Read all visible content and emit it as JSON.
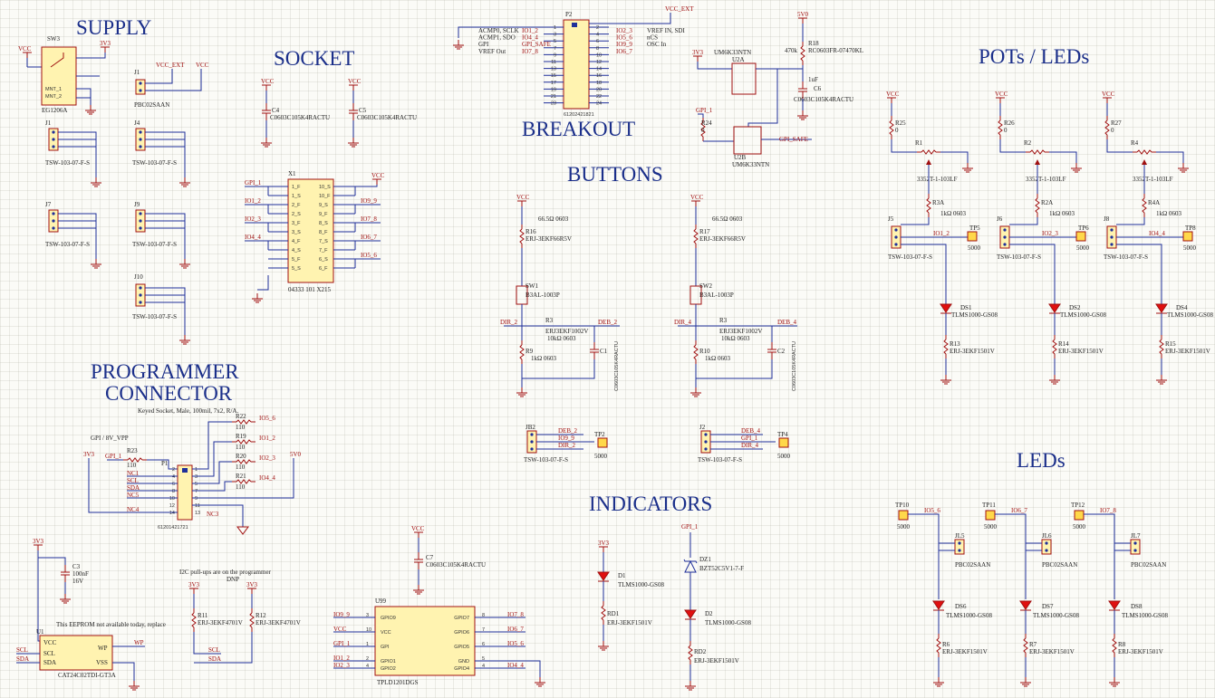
{
  "sections": {
    "supply": "SUPPLY",
    "socket": "SOCKET",
    "breakout": "BREAKOUT",
    "buttons": "BUTTONS",
    "pots_leds": "POTs / LEDs",
    "programmer_1": "PROGRAMMER",
    "programmer_2": "CONNECTOR",
    "indicators": "INDICATORS",
    "leds": "LEDs"
  },
  "supply": {
    "sw3": "SW3",
    "sw3_part": "EG1206A",
    "mnt1": "MNT_1",
    "mnt2": "MNT_2",
    "vcc": "VCC",
    "v3v3": "3V3",
    "vcc_ext": "VCC_EXT",
    "j1": "J1",
    "j1_part": "PBC02SAAN",
    "j1b": "J1",
    "j4": "J4",
    "j7": "J7",
    "j9": "J9",
    "j10": "J10",
    "tsw": "TSW-103-07-F-S"
  },
  "socket": {
    "c4": "C4",
    "c4_part": "C0603C105K4RACTU",
    "c5": "C5",
    "c5_part": "C0603C105K4RACTU",
    "x1": "X1",
    "x1_part": "04333 101 X215",
    "left_nets": [
      "GPI_1",
      "IO1_2",
      "IO2_3",
      "IO4_4"
    ],
    "right_nets": [
      "VCC",
      "IO9_9",
      "IO7_8",
      "IO6_7",
      "IO5_6"
    ],
    "left_pins": [
      "1_F",
      "1_S",
      "2_F",
      "2_S",
      "3_F",
      "3_S",
      "4_F",
      "4_S",
      "5_F",
      "5_S"
    ],
    "right_pins": [
      "10_S",
      "10_F",
      "9_S",
      "9_F",
      "8_S",
      "8_F",
      "7_S",
      "7_F",
      "6_S",
      "6_F"
    ]
  },
  "breakout": {
    "p2": "P2",
    "vcc_ext": "VCC_EXT",
    "left_labels": [
      "ACMP0, SCLK",
      "ACMP1, SDO",
      "GPI",
      "VREF Out"
    ],
    "left_nets": [
      "IO1_2",
      "IO4_4",
      "GPI_SAFE",
      "IO7_8"
    ],
    "right_nets": [
      "IO2_3",
      "IO5_6",
      "IO9_9",
      "IO6_7"
    ],
    "right_labels": [
      "VREF IN, SDI",
      "nCS",
      "OSC In"
    ],
    "left_pins": [
      "1",
      "3",
      "5",
      "7",
      "9",
      "11",
      "13",
      "15",
      "17",
      "19",
      "21",
      "23"
    ],
    "right_pins": [
      "2",
      "4",
      "6",
      "8",
      "10",
      "12",
      "14",
      "16",
      "18",
      "20",
      "22",
      "24"
    ],
    "p2_part": "61202421821",
    "v5": "5V0",
    "r18": "R18",
    "r18_val": "470k",
    "r18_part": "RC0603FR-07470KL",
    "v3v3": "3V3",
    "u2": "UM6K33NTN",
    "u2a": "U2A",
    "u2b": "U2B",
    "u2b_part": "UM6K33NTN",
    "c6": "C6",
    "c6_val": "1uF",
    "c6_part": "C0603C105K4RACTU",
    "gpi1": "GPI_1",
    "r24": "R24",
    "r24_val": "0",
    "gpi_safe": "GPI_SAFE"
  },
  "buttons": {
    "vcc": "VCC",
    "res_val": "66.5Ω 0603",
    "r16": "R16",
    "r16_part": "ERJ-3EKF66R5V",
    "r17": "R17",
    "r17_part": "ERJ-3EKF66R5V",
    "sw1": "SW1",
    "sw2": "SW2",
    "sw_part": "B3AL-1003P",
    "dir2": "DIR_2",
    "deb2": "DEB_2",
    "dir4": "DIR_4",
    "deb4": "DEB_4",
    "r3": "R3",
    "r3_part": "ERJ3EKF1002V",
    "r3_val": "10kΩ 0603",
    "r9": "R9",
    "r10": "R10",
    "r_1k": "1kΩ 0603",
    "c1": "C1",
    "c2": "C2",
    "c_part": "C0603C105K4RACTU",
    "jb2": "JB2",
    "j2": "J2",
    "tp2": "TP2",
    "tp4": "TP4",
    "tp_val": "5000",
    "io9": "IO9_9",
    "gpi1": "GPI_1",
    "tsw": "TSW-103-07-F-S"
  },
  "pots": {
    "vcc": "VCC",
    "r25": "R25",
    "r26": "R26",
    "r27": "R27",
    "zero": "0",
    "r1": "R1",
    "r2": "R2",
    "r4": "R4",
    "pot_part": "3352T-1-103LF",
    "r3a": "R3A",
    "r2a": "R2A",
    "r4a": "R4A",
    "r_1k": "1kΩ 0603",
    "j5": "J5",
    "j6": "J6",
    "j8": "J8",
    "tp5": "TP5",
    "tp6": "TP6",
    "tp8": "TP8",
    "tp_val": "5000",
    "io1": "IO1_2",
    "io2": "IO2_3",
    "io4": "IO4_4",
    "ds1": "DS1",
    "ds2": "DS2",
    "ds4": "DS4",
    "led_part": "TLMS1000-GS08",
    "r13": "R13",
    "r14": "R14",
    "r15": "R15",
    "r_part": "ERJ-3EKF1501V",
    "tsw": "TSW-103-07-F-S"
  },
  "programmer": {
    "desc": "Keyed Socket, Male, 100mil, 7x2, R/A.",
    "gpi_note": "GPI / 8V_VPP",
    "v3v3": "3V3",
    "v5": "5V0",
    "gpi1": "GPI_1",
    "r23": "R23",
    "r22": "R22",
    "r19": "R19",
    "r20": "R20",
    "r21": "R21",
    "r_val": "110",
    "io5": "IO5_6",
    "io1": "IO1_2",
    "io2": "IO2_3",
    "io4": "IO4_4",
    "p1": "P1",
    "p1_part": "61201421721",
    "nets": [
      "NC1",
      "SCL",
      "SDA",
      "NC5",
      "NC4"
    ],
    "nc3": "NC3",
    "left_pins": [
      "2",
      "4",
      "6",
      "8",
      "10",
      "12",
      "14"
    ],
    "right_pins": [
      "1",
      "3",
      "5",
      "7",
      "9",
      "11",
      "13"
    ]
  },
  "eeprom": {
    "v3v3": "3V3",
    "c3": "C3",
    "c3_val": "100nF",
    "c3_volt": "16V",
    "note": "This EEPROM not available today, replace",
    "u1": "U1",
    "part": "CAT24C02TDI-GT3A",
    "vcc": "VCC",
    "scl": "SCL",
    "sda": "SDA",
    "vss": "VSS",
    "wp": "WP",
    "pullup_note": "I2C pull-ups are on the programmer",
    "dnp": "DNP",
    "r11": "R11",
    "r12": "R12",
    "r_part": "ERJ-3EKF4701V"
  },
  "u99": {
    "vcc": "VCC",
    "c7": "C7",
    "c7_part": "C0603C105K4RACTU",
    "name": "U99",
    "part": "TPLD1201DGS",
    "left_pins": [
      "GPIO9",
      "VCC",
      "GPI",
      "GPIO1",
      "GPIO2"
    ],
    "left_nums": [
      "3",
      "10",
      "1",
      "2",
      "4"
    ],
    "right_pins": [
      "GPIO7",
      "GPIO6",
      "GPIO5",
      "GND",
      "GPIO4"
    ],
    "right_nums": [
      "8",
      "7",
      "6",
      "5",
      "4"
    ],
    "left_nets": [
      "IO9_9",
      "VCC",
      "GPI_1",
      "IO1_2",
      "IO2_3"
    ],
    "right_nets": [
      "IO7_8",
      "IO6_7",
      "IO5_6",
      "",
      "IO4_4"
    ]
  },
  "indicators": {
    "v3v3": "3V3",
    "d1": "D1",
    "d1_part": "TLMS1000-GS08",
    "rd1": "RD1",
    "r_part": "ERJ-3EKF1501V",
    "gpi1": "GPI_1",
    "dz1": "DZ1",
    "dz1_part": "BZT52C5V1-7-F",
    "d2": "D2",
    "d2_part": "TLMS1000-GS08",
    "rd2": "RD2"
  },
  "leds": {
    "tp10": "TP10",
    "tp11": "TP11",
    "tp12": "TP12",
    "tp_val": "5000",
    "io5": "IO5_6",
    "io6": "IO6_7",
    "io7": "IO7_8",
    "jl5": "JL5",
    "jl6": "JL6",
    "jl7": "JL7",
    "jl_part": "PBC02SAAN",
    "ds6": "DS6",
    "ds7": "DS7",
    "ds8": "DS8",
    "led_part": "TLMS1000-GS08",
    "r6": "R6",
    "r7": "R7",
    "r8": "R8",
    "r_part": "ERJ-3EKF1501V"
  }
}
